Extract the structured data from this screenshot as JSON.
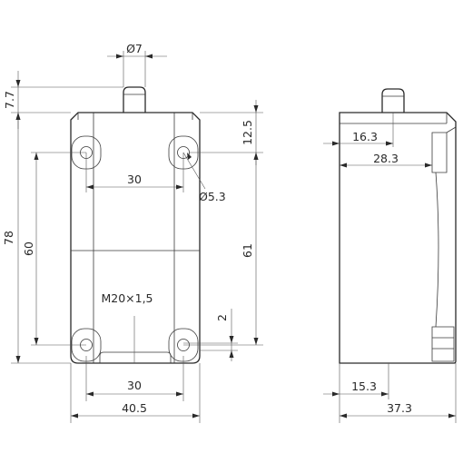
{
  "front_view": {
    "dimensions": {
      "plunger_diameter": "Ø7",
      "plunger_height": "7.7",
      "overall_height": "78",
      "top_offset": "12.5",
      "hole_spacing_top": "30",
      "hole_diameter": "Ø5.3",
      "hole_pitch_vertical_left": "60",
      "hole_pitch_vertical_right": "61",
      "thread": "M20×1,5",
      "bottom_offset": "2",
      "hole_spacing_bottom": "30",
      "overall_width": "40.5"
    }
  },
  "side_view": {
    "dimensions": {
      "plunger_offset": "16.3",
      "upper_depth": "28.3",
      "lower_offset": "15.3",
      "overall_depth": "37.3"
    }
  }
}
